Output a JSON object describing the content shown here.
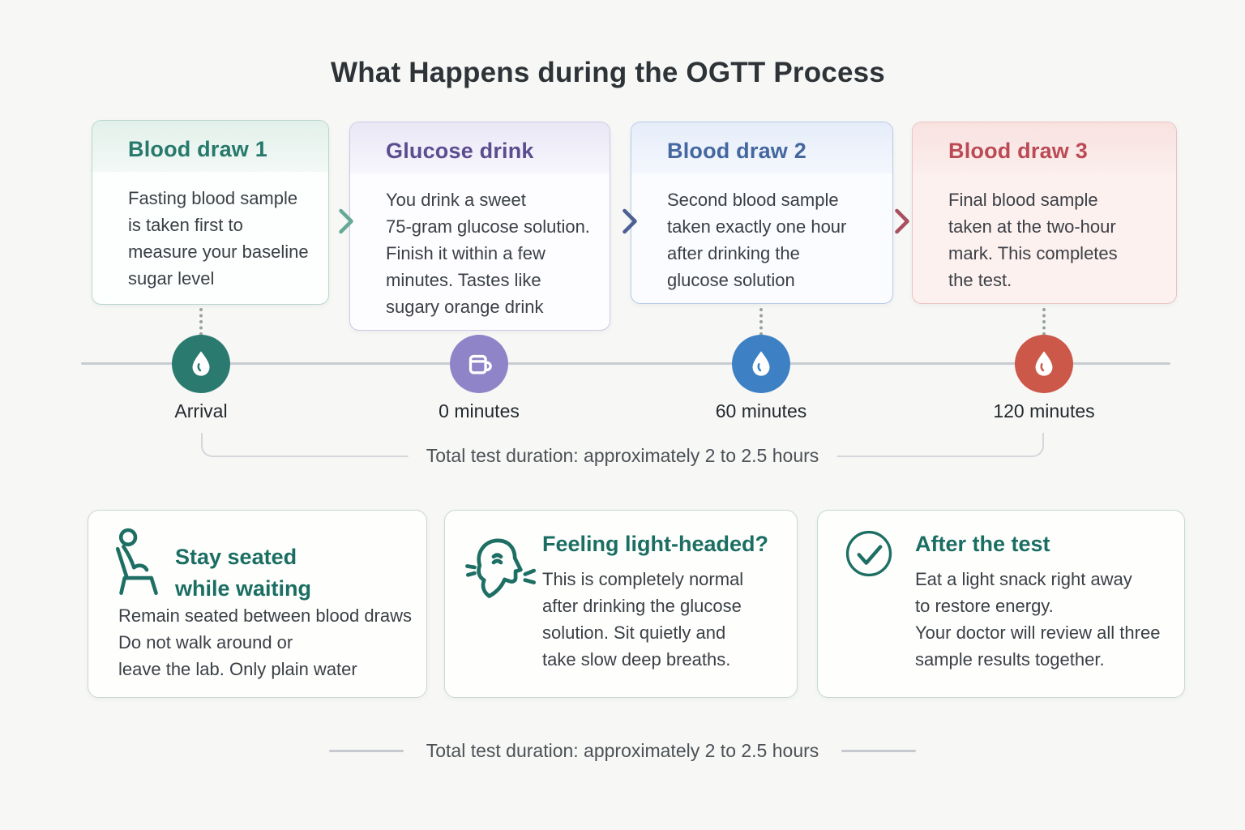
{
  "title": "What Happens during the OGTT Process",
  "steps": [
    {
      "heading": "Blood draw 1",
      "body_lines": [
        "Fasting blood sample",
        "is taken first to",
        "measure your baseline",
        "sugar level"
      ],
      "time_label": "Arrival",
      "icon": "blood-droplet",
      "accent": "#2b7a70"
    },
    {
      "heading": "Glucose drink",
      "body_lines": [
        "You drink a sweet",
        "75-gram glucose solution.",
        "Finish it within a few",
        "minutes. Tastes like",
        "sugary orange drink"
      ],
      "time_label": "0 minutes",
      "icon": "drink-cup",
      "accent": "#9084c8"
    },
    {
      "heading": "Blood draw 2",
      "body_lines": [
        "Second blood sample",
        "taken exactly one hour",
        "after drinking the",
        "glucose solution"
      ],
      "time_label": "60 minutes",
      "icon": "blood-droplet",
      "accent": "#3d80c4"
    },
    {
      "heading": "Blood draw 3",
      "body_lines": [
        "Final blood sample",
        "taken at the two-hour",
        "mark. This completes",
        "the test."
      ],
      "time_label": "120 minutes",
      "icon": "blood-droplet",
      "accent": "#cb5848"
    }
  ],
  "timeline": {
    "duration_note": "Total test duration: approximately 2 to 2.5 hours"
  },
  "tips": [
    {
      "heading_lines": [
        "Stay seated",
        "while waiting"
      ],
      "body_lines": [
        "Remain seated between blood draws",
        "Do not walk around or",
        "leave the lab. Only plain water"
      ],
      "icon": "seated-person"
    },
    {
      "heading_lines": [
        "Feeling light-headed?"
      ],
      "body_lines": [
        "This is completely normal",
        "after drinking the glucose",
        "solution. Sit quietly and",
        "take slow deep breaths."
      ],
      "icon": "breathing-face"
    },
    {
      "heading_lines": [
        "After the test"
      ],
      "body_lines": [
        "Eat a light snack right away",
        "to restore energy.",
        "Your doctor will review all three",
        "sample results together."
      ],
      "icon": "check-circle"
    }
  ],
  "footer": {
    "duration_note": "Total test duration: approximately 2 to 2.5 hours"
  }
}
